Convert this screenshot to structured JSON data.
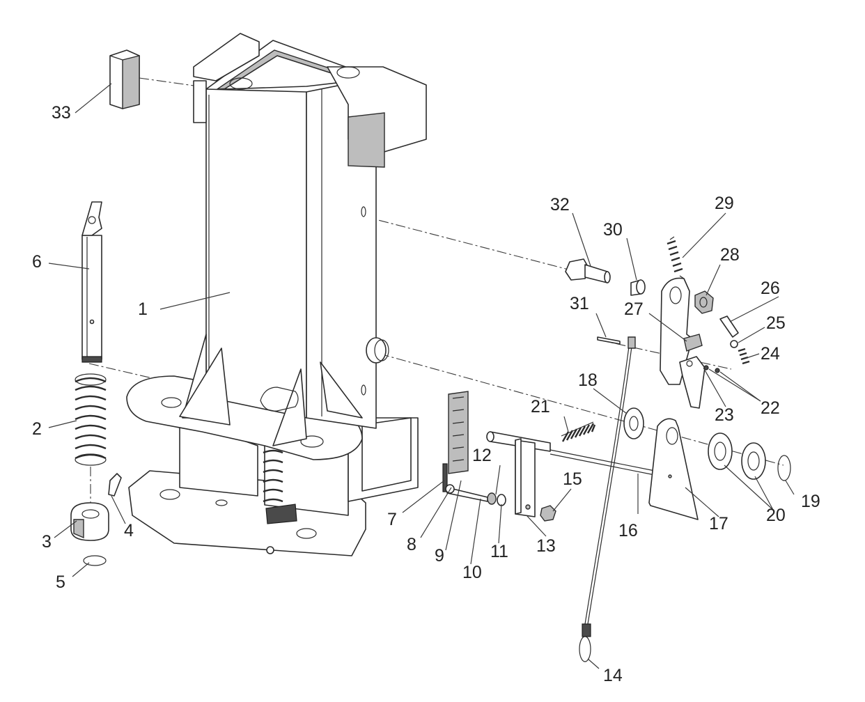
{
  "diagram": {
    "callouts": [
      {
        "id": "p1",
        "text": "1"
      },
      {
        "id": "p2",
        "text": "2"
      },
      {
        "id": "p3",
        "text": "3"
      },
      {
        "id": "p4",
        "text": "4"
      },
      {
        "id": "p5",
        "text": "5"
      },
      {
        "id": "p6",
        "text": "6"
      },
      {
        "id": "p7",
        "text": "7"
      },
      {
        "id": "p8",
        "text": "8"
      },
      {
        "id": "p9",
        "text": "9"
      },
      {
        "id": "p10",
        "text": "10"
      },
      {
        "id": "p11",
        "text": "11"
      },
      {
        "id": "p12",
        "text": "12"
      },
      {
        "id": "p13",
        "text": "13"
      },
      {
        "id": "p14",
        "text": "14"
      },
      {
        "id": "p15",
        "text": "15"
      },
      {
        "id": "p16",
        "text": "16"
      },
      {
        "id": "p17",
        "text": "17"
      },
      {
        "id": "p18",
        "text": "18"
      },
      {
        "id": "p19",
        "text": "19"
      },
      {
        "id": "p20",
        "text": "20"
      },
      {
        "id": "p21",
        "text": "21"
      },
      {
        "id": "p22",
        "text": "22"
      },
      {
        "id": "p23",
        "text": "23"
      },
      {
        "id": "p24",
        "text": "24"
      },
      {
        "id": "p25",
        "text": "25"
      },
      {
        "id": "p26",
        "text": "26"
      },
      {
        "id": "p27",
        "text": "27"
      },
      {
        "id": "p28",
        "text": "28"
      },
      {
        "id": "p29",
        "text": "29"
      },
      {
        "id": "p30",
        "text": "30"
      },
      {
        "id": "p31",
        "text": "31"
      },
      {
        "id": "p32",
        "text": "32"
      },
      {
        "id": "p33",
        "text": "33"
      }
    ]
  }
}
